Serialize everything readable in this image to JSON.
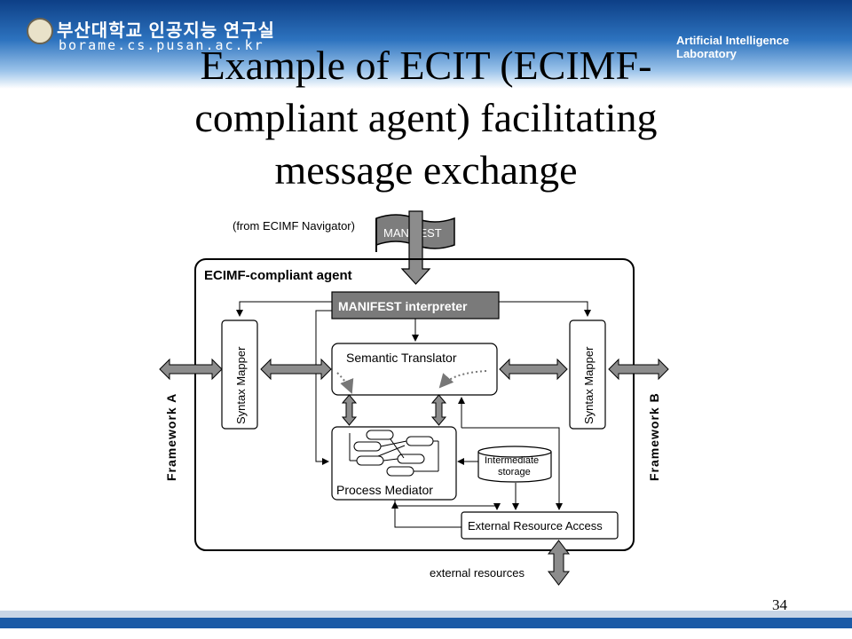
{
  "header": {
    "university": "부산대학교 인공지능 연구실",
    "url": "borame.cs.pusan.ac.kr",
    "lab": "Artificial Intelligence Laboratory"
  },
  "slide": {
    "title_lines": [
      "Example of ECIT (ECIMF-",
      "compliant agent) facilitating",
      "message exchange"
    ],
    "page_number": "34"
  },
  "diagram": {
    "from_navigator": "(from ECIMF Navigator)",
    "manifest": "MANIFEST",
    "agent": "ECIMF-compliant agent",
    "interpreter": "MANIFEST interpreter",
    "syntax_mapper_left": "Syntax Mapper",
    "syntax_mapper_right": "Syntax Mapper",
    "semantic_translator": "Semantic Translator",
    "process_mediator": "Process Mediator",
    "storage_line1": "Intermediate",
    "storage_line2": "storage",
    "external_access": "External Resource Access",
    "external_resources": "external resources",
    "framework_a": "Framework A",
    "framework_b": "Framework B"
  },
  "colors": {
    "interpreter_fill": "#7a7a7a",
    "manifest_fill": "#7d7d7d",
    "arrow_fill": "#8c8c8c",
    "banner": "#1b5aa6"
  }
}
